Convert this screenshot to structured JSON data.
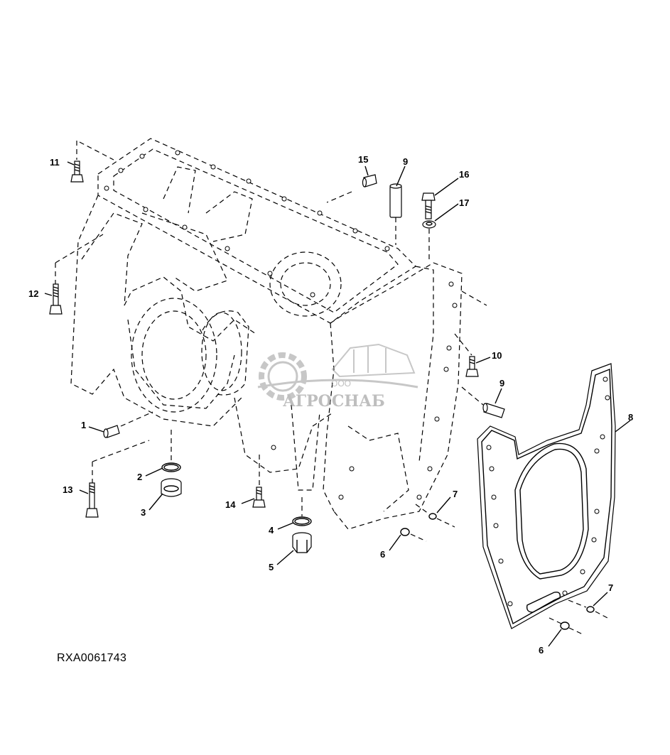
{
  "figure": {
    "code": "RXA0061743"
  },
  "watermark": {
    "small": "ООО",
    "name": "АГРОСНАБ"
  },
  "callouts": [
    {
      "id": "c1",
      "text": "1"
    },
    {
      "id": "c2",
      "text": "2"
    },
    {
      "id": "c3",
      "text": "3"
    },
    {
      "id": "c4",
      "text": "4"
    },
    {
      "id": "c5",
      "text": "5"
    },
    {
      "id": "c6a",
      "text": "6"
    },
    {
      "id": "c6b",
      "text": "6"
    },
    {
      "id": "c7a",
      "text": "7"
    },
    {
      "id": "c7b",
      "text": "7"
    },
    {
      "id": "c8",
      "text": "8"
    },
    {
      "id": "c9a",
      "text": "9"
    },
    {
      "id": "c9b",
      "text": "9"
    },
    {
      "id": "c10",
      "text": "10"
    },
    {
      "id": "c11",
      "text": "11"
    },
    {
      "id": "c12",
      "text": "12"
    },
    {
      "id": "c13",
      "text": "13"
    },
    {
      "id": "c14",
      "text": "14"
    },
    {
      "id": "c15",
      "text": "15"
    },
    {
      "id": "c16",
      "text": "16"
    },
    {
      "id": "c17",
      "text": "17"
    }
  ]
}
